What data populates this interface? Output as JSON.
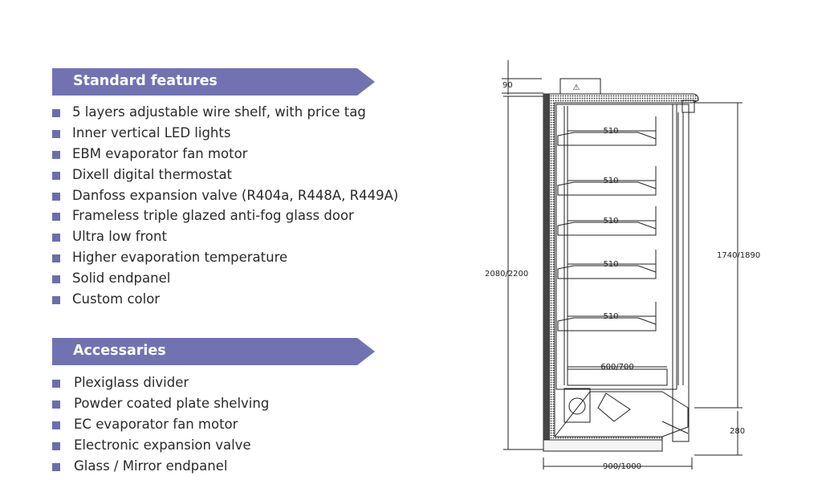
{
  "standard_features": {
    "title": "Standard features",
    "items": [
      "5 layers adjustable wire shelf, with price tag",
      "Inner vertical LED lights",
      "EBM evaporator fan motor",
      "Dixell digital thermostat",
      "Danfoss expansion valve (R404a, R448A, R449A)",
      "Frameless triple glazed anti-fog glass door",
      "Ultra low front",
      "Higher evaporation temperature",
      "Solid endpanel",
      "Custom color"
    ]
  },
  "accessories": {
    "title": "Accessaries",
    "items": [
      "Plexiglass divider",
      "Powder coated plate shelving",
      "EC evaporator fan motor",
      "Electronic expansion valve",
      "Glass / Mirror endpanel"
    ]
  },
  "drawing": {
    "top_offset": "90",
    "total_height": "2080/2200",
    "door_height": "1740/1890",
    "base_height": "280",
    "shelf_depths": [
      "510",
      "510",
      "510",
      "510",
      "510"
    ],
    "bottom_depth": "600/700",
    "total_depth": "900/1000",
    "warning_symbol": "⚠"
  }
}
